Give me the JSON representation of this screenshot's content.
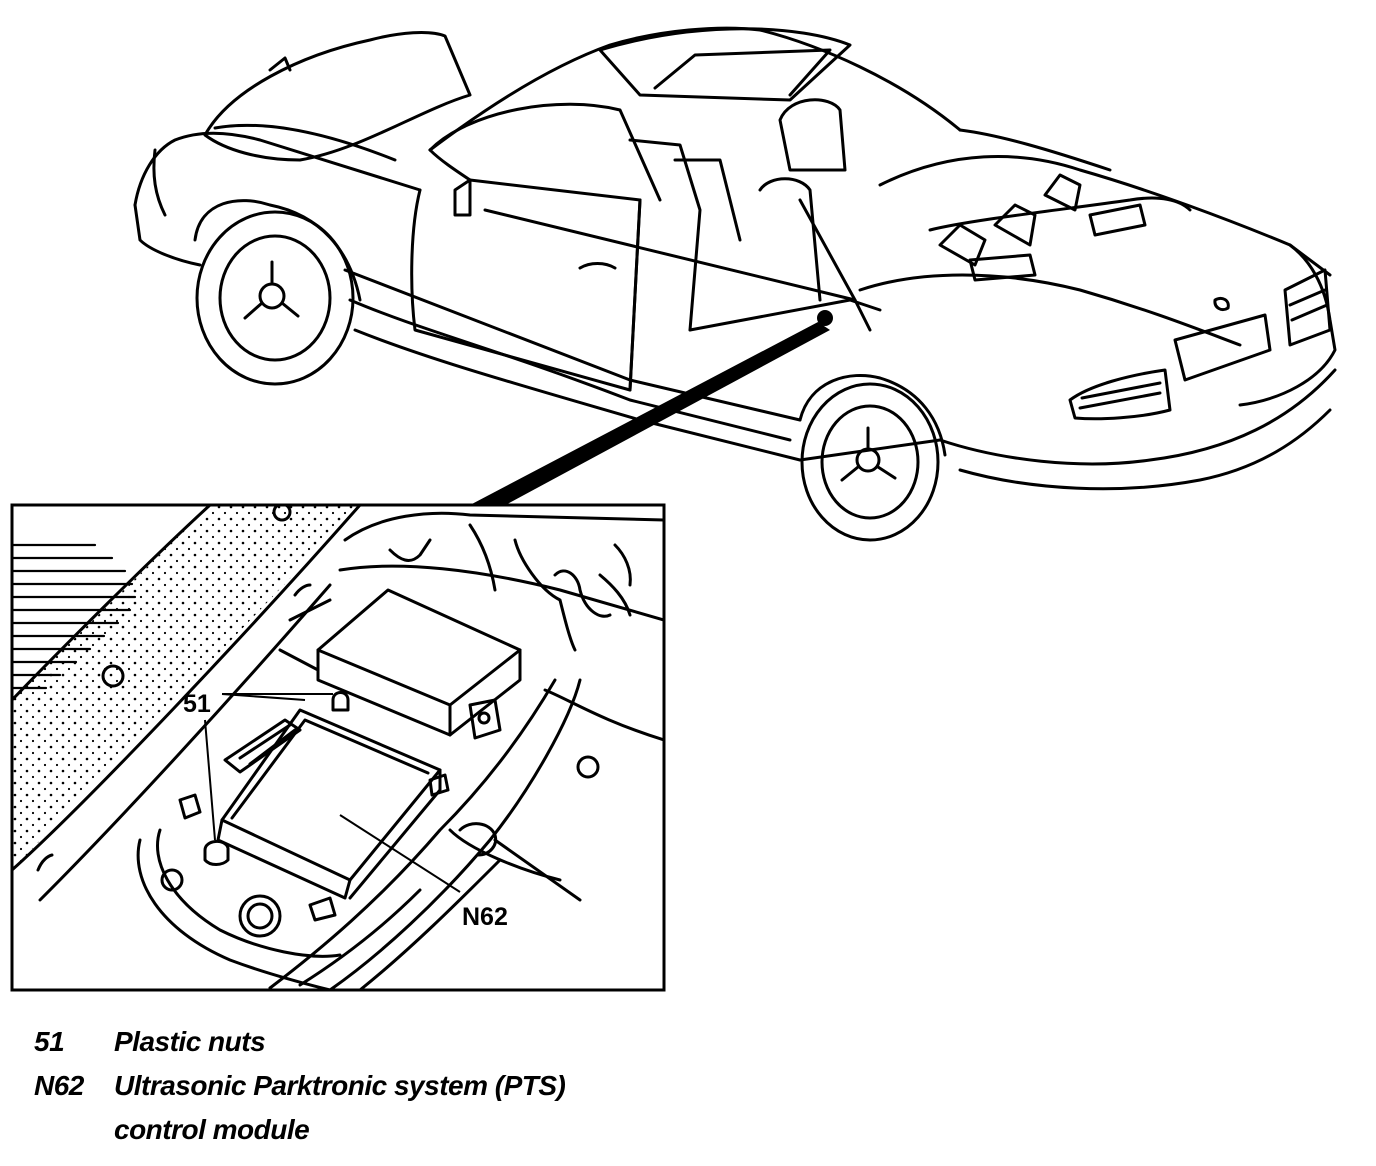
{
  "diagram": {
    "callouts": {
      "plastic_nuts": "51",
      "control_module": "N62"
    }
  },
  "legend": {
    "items": [
      {
        "code": "51",
        "lines": [
          "Plastic nuts"
        ]
      },
      {
        "code": "N62",
        "lines": [
          "Ultrasonic Parktronic system (PTS)",
          "control module"
        ]
      }
    ]
  }
}
